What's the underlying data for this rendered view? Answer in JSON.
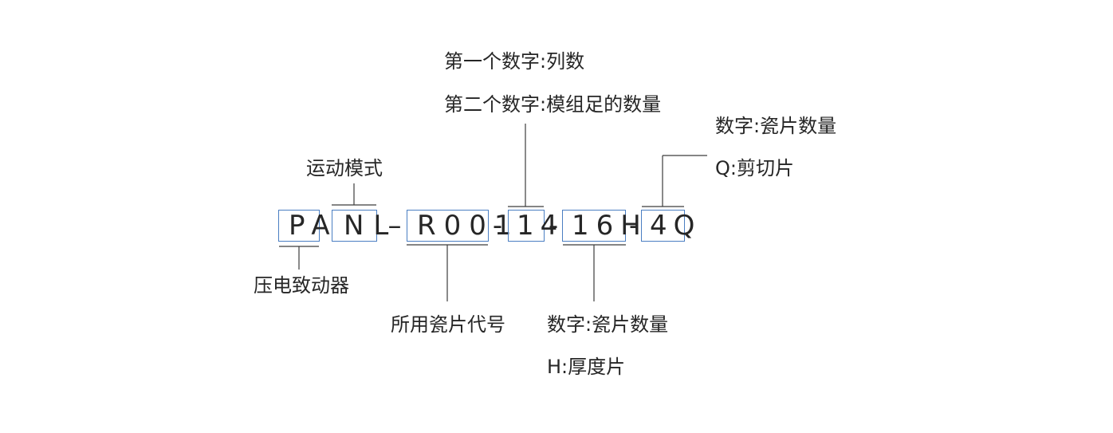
{
  "code": {
    "segments": [
      "PA",
      "NL",
      "R001",
      "14",
      "16H",
      "4Q"
    ],
    "separators": [
      "–",
      "-",
      "-",
      "-"
    ]
  },
  "labels": {
    "pa": "压电致动器",
    "nl": "运动模式",
    "r001": "所用瓷片代号",
    "n14_line1": "第一个数字:列数",
    "n14_line2": "第二个数字:模组足的数量",
    "n16h_line1": "数字:瓷片数量",
    "n16h_line2": "H:厚度片",
    "n4q_line1": "数字:瓷片数量",
    "n4q_line2": "Q:剪切片"
  }
}
